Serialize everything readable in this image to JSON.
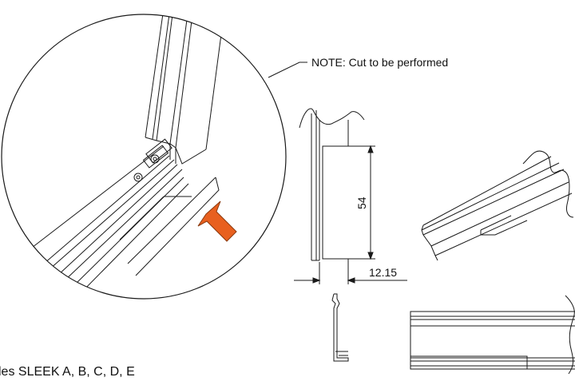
{
  "note": "NOTE: Cut to be performed",
  "dimensions": {
    "height": "54",
    "offset": "12.15"
  },
  "caption": "les SLEEK A, B, C, D, E",
  "colors": {
    "line": "#1a1a1a",
    "arrow_fill": "#e8601f",
    "arrow_stroke": "#8a3a10",
    "background": "#ffffff"
  }
}
